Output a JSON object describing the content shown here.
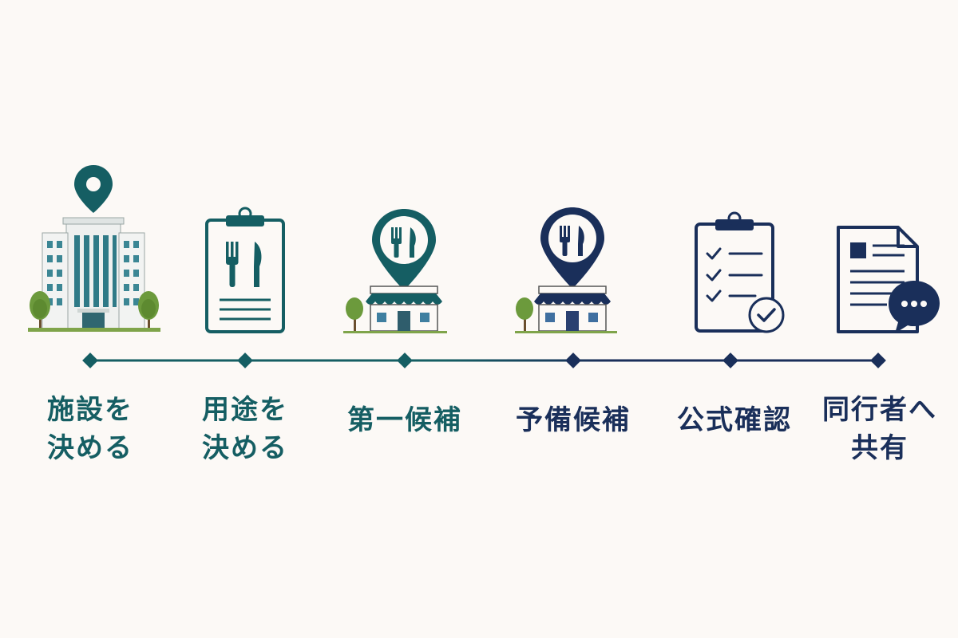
{
  "colors": {
    "teal": "#155e63",
    "navy": "#1a2f5a",
    "background": "#fcf9f6",
    "tree_green": "#6c9a3c"
  },
  "steps": [
    {
      "label": "施設を\n決める",
      "icon": "building-with-location-pin-icon",
      "color": "teal"
    },
    {
      "label": "用途を\n決める",
      "icon": "clipboard-fork-knife-icon",
      "color": "teal"
    },
    {
      "label": "第一候補",
      "icon": "restaurant-pin-storefront-icon",
      "color": "teal"
    },
    {
      "label": "予備候補",
      "icon": "restaurant-pin-storefront-icon",
      "color": "navy"
    },
    {
      "label": "公式確認",
      "icon": "checklist-clipboard-icon",
      "color": "navy"
    },
    {
      "label": "同行者へ\n共有",
      "icon": "document-chat-share-icon",
      "color": "navy"
    }
  ]
}
